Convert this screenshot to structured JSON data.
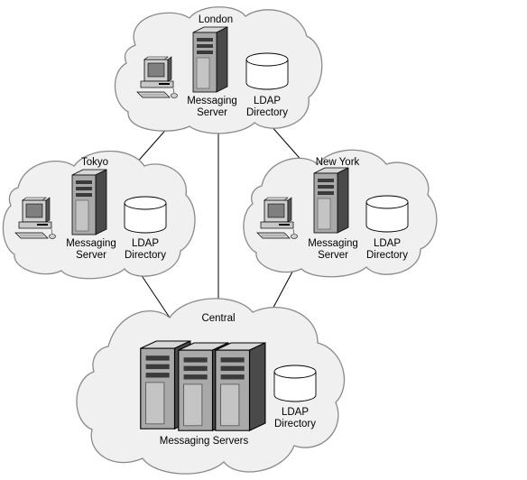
{
  "sites": {
    "london": {
      "name": "London",
      "server_line1": "Messaging",
      "server_line2": "Server",
      "ldap_line1": "LDAP",
      "ldap_line2": "Directory"
    },
    "tokyo": {
      "name": "Tokyo",
      "server_line1": "Messaging",
      "server_line2": "Server",
      "ldap_line1": "LDAP",
      "ldap_line2": "Directory"
    },
    "newyork": {
      "name": "New York",
      "server_line1": "Messaging",
      "server_line2": "Server",
      "ldap_line1": "LDAP",
      "ldap_line2": "Directory"
    },
    "central": {
      "name": "Central",
      "servers_label": "Messaging Servers",
      "ldap_line1": "LDAP",
      "ldap_line2": "Directory"
    }
  },
  "colors": {
    "cloud_fill": "#f0f0f0",
    "cloud_stroke": "#8a8a8a",
    "line": "#000000",
    "server_body": "#a9a9a9",
    "server_side": "#4a4a4a",
    "server_top": "#d8d8d8",
    "disk_fill": "#ffffff",
    "monitor_screen": "#7f7f7f"
  }
}
